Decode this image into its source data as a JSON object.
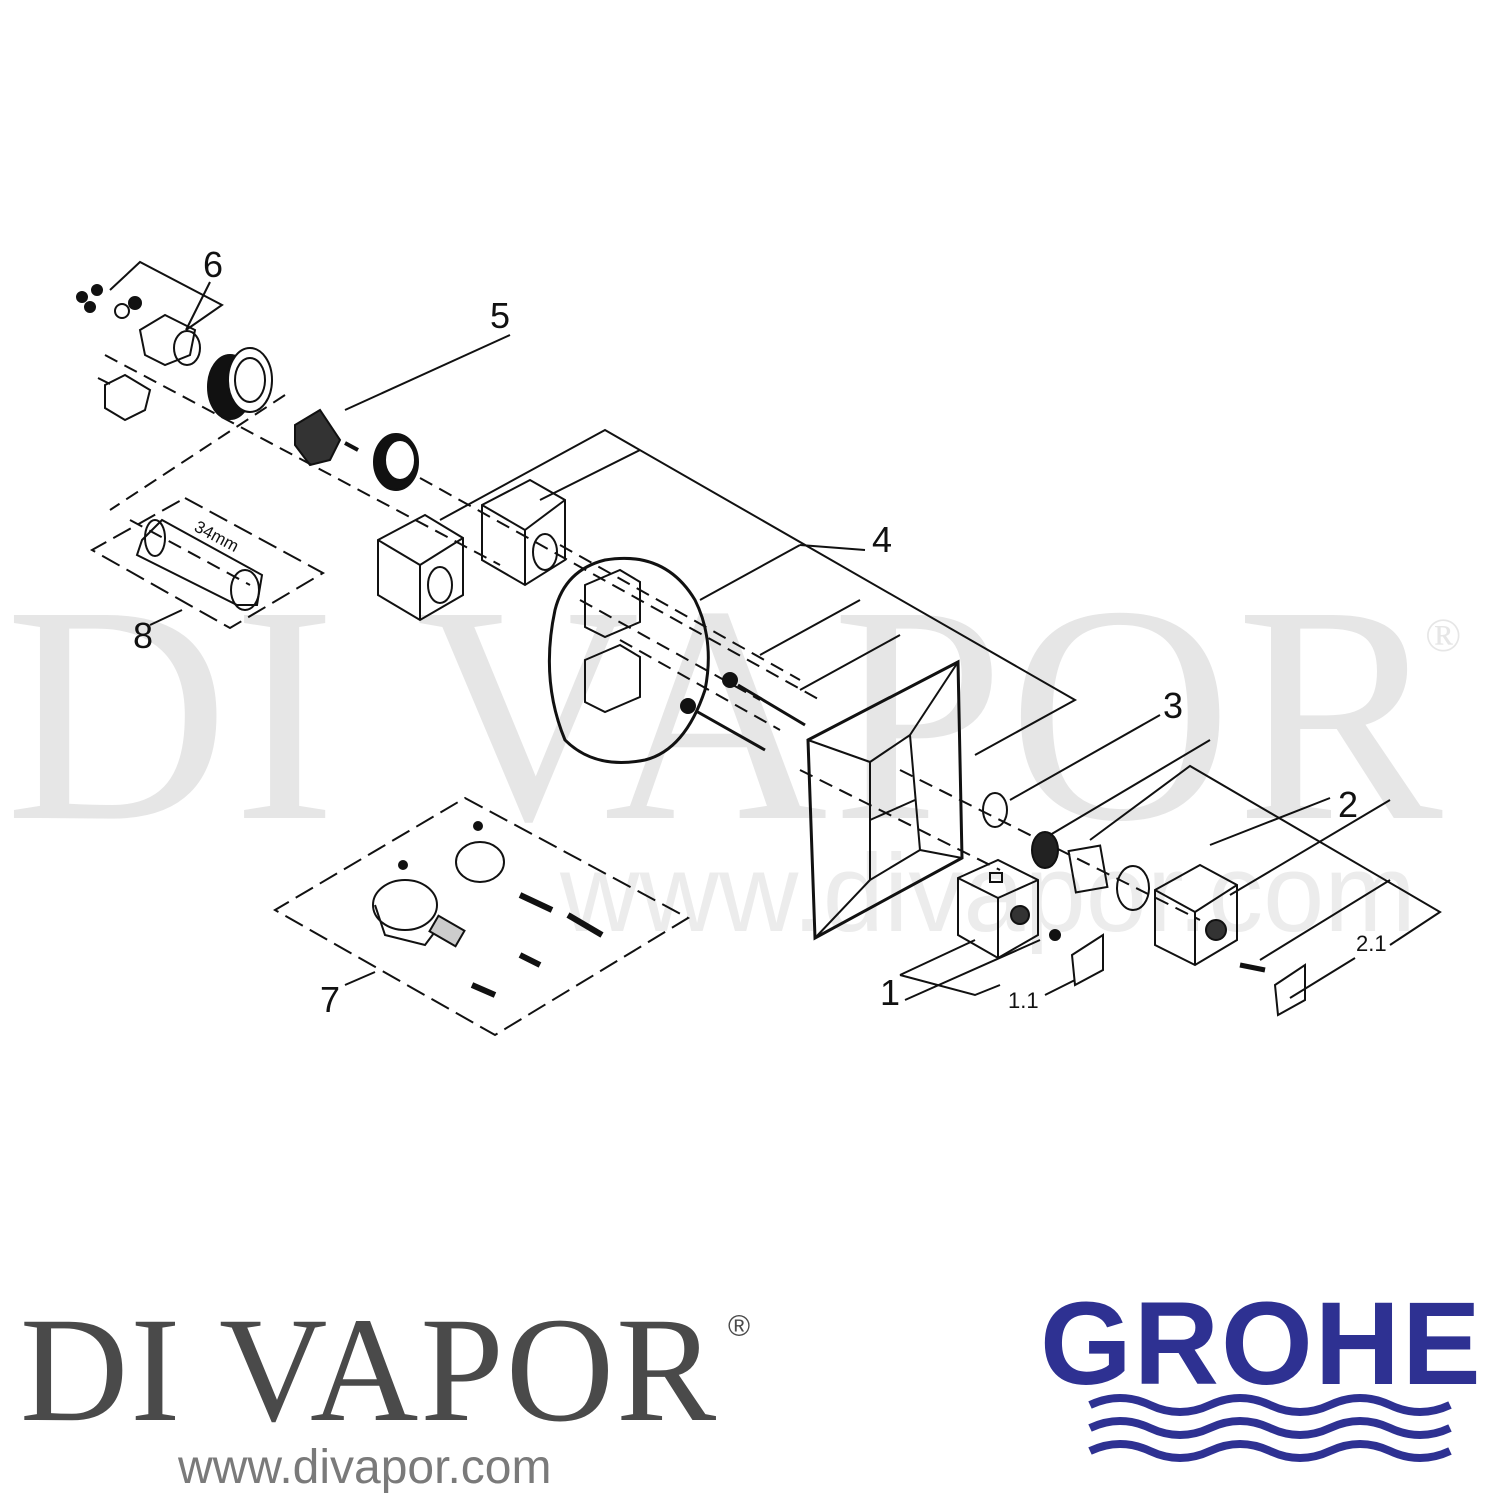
{
  "watermark": {
    "text": "DI VAPOR",
    "registered": "®",
    "url": "www.divapor.com"
  },
  "callouts": {
    "p1": "1",
    "p1_1": "1.1",
    "p2": "2",
    "p2_1": "2.1",
    "p3": "3",
    "p4": "4",
    "p5": "5",
    "p6": "6",
    "p7": "7",
    "p8": "8",
    "dimension": "34mm"
  },
  "logos": {
    "divapor": "DI VAPOR",
    "divapor_registered": "®",
    "divapor_url": "www.divapor.com",
    "grohe": "GROHE"
  },
  "colors": {
    "grohe_blue": "#2e3192",
    "line": "#111111",
    "watermark": "#e6e6e6"
  }
}
